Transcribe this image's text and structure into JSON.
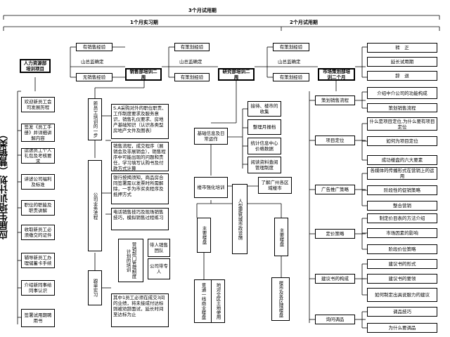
{
  "header": {
    "top": "3个月试用期",
    "phase1": "1个月实习期",
    "phase2": "2个月试用期"
  },
  "side_title": "应届生培训计划（营销类）",
  "root": "人力资源部培训项目",
  "left_items": [
    "欢迎新员工会司发展历程",
    "签发《员工手册》并详细讲解内容",
    "运送员工个人礼包及考核要求",
    "讲述公司福利及标准",
    "职位的职能及职责讲解",
    "收取新员工必须缴交的证件",
    "辅导新员工办理储蓄卡手续",
    "介绍新同事给同事认识",
    "签署试用期聘用书"
  ],
  "sales_node": "销售部培训二周",
  "sales_top": [
    "有销售经验",
    "山总监确定",
    "无销售经验"
  ],
  "sales_vertical": [
    "新员工培训的一步",
    "公司业务流程",
    "跟单实习"
  ],
  "sales_details": [
    "S.A采购对外的职位职责、工作制度要求及服务意识，销售礼仪要求、房地产基础知识（认识各类型房地产文件及图表）",
    "销售流程，成交程序（展销会及非展销会），销售程序中可能出现的问题和责任，学习填写认购书及付款方式计算",
    "银行按揭须知，商品房合同签署需以发票时所需解除，一手为市买卖程序及抵押方式",
    "电话销售技巧及现场销售技巧，模拟销售过程练习"
  ],
  "sales_vertical2": "营销部门管理制度计划的培训",
  "sales_followup": [
    "带人销售团队",
    "公司带专人"
  ],
  "sales_bottom": "其中1员工必须在成交3间的业绩，将未接成付达标则被劝辞面试，延长时间至达标为止",
  "research_node": "研究部培训二周",
  "research_top": [
    "有策划经验",
    "山总监确定",
    "有策划经验"
  ],
  "research_mid": [
    "基础信息及日常运作",
    "楼市强化培训"
  ],
  "research_details": [
    "接待、楼市的收集",
    "整理月报档",
    "统计信息中心价格数据",
    "阅读资料查阅管理制度"
  ],
  "research_guangzhou": "了解广州各区域楼市",
  "research_verticals": [
    "人型建筑城市政设施",
    "主要楼盘",
    "主要楼盘",
    "贯通一线商业楼盘",
    "地对全区土地使用",
    "楼市及各区域楼盘"
  ],
  "market_node": "市场策划部培训二个月",
  "market_top": [
    "有策划经验",
    "山总监确定",
    "有策划经验"
  ],
  "market_top_right": [
    "转　正",
    "延长试用期",
    "辞　退"
  ],
  "market_cats": [
    "策划销售流程",
    "项目定位",
    "广告推广策略",
    "定价策略",
    "建议书的构成",
    "询问调品"
  ],
  "market_details": [
    "介绍中介公司的功能构成",
    "策划销售流程",
    "什么是项目定位,为什么要有项目定位",
    "如何为项目定位",
    "成功楼盘的六大要素",
    "各媒体的传播形式在营销上的运用",
    "阶段性的促销策略",
    "整合营销",
    "制定价目表的方法介绍",
    "市场因素的影响",
    "阶段价位策略",
    "建议书的形式",
    "建议书的要领",
    "如何制定出具说服力的建议",
    "调品技巧",
    "为什么要调品"
  ]
}
